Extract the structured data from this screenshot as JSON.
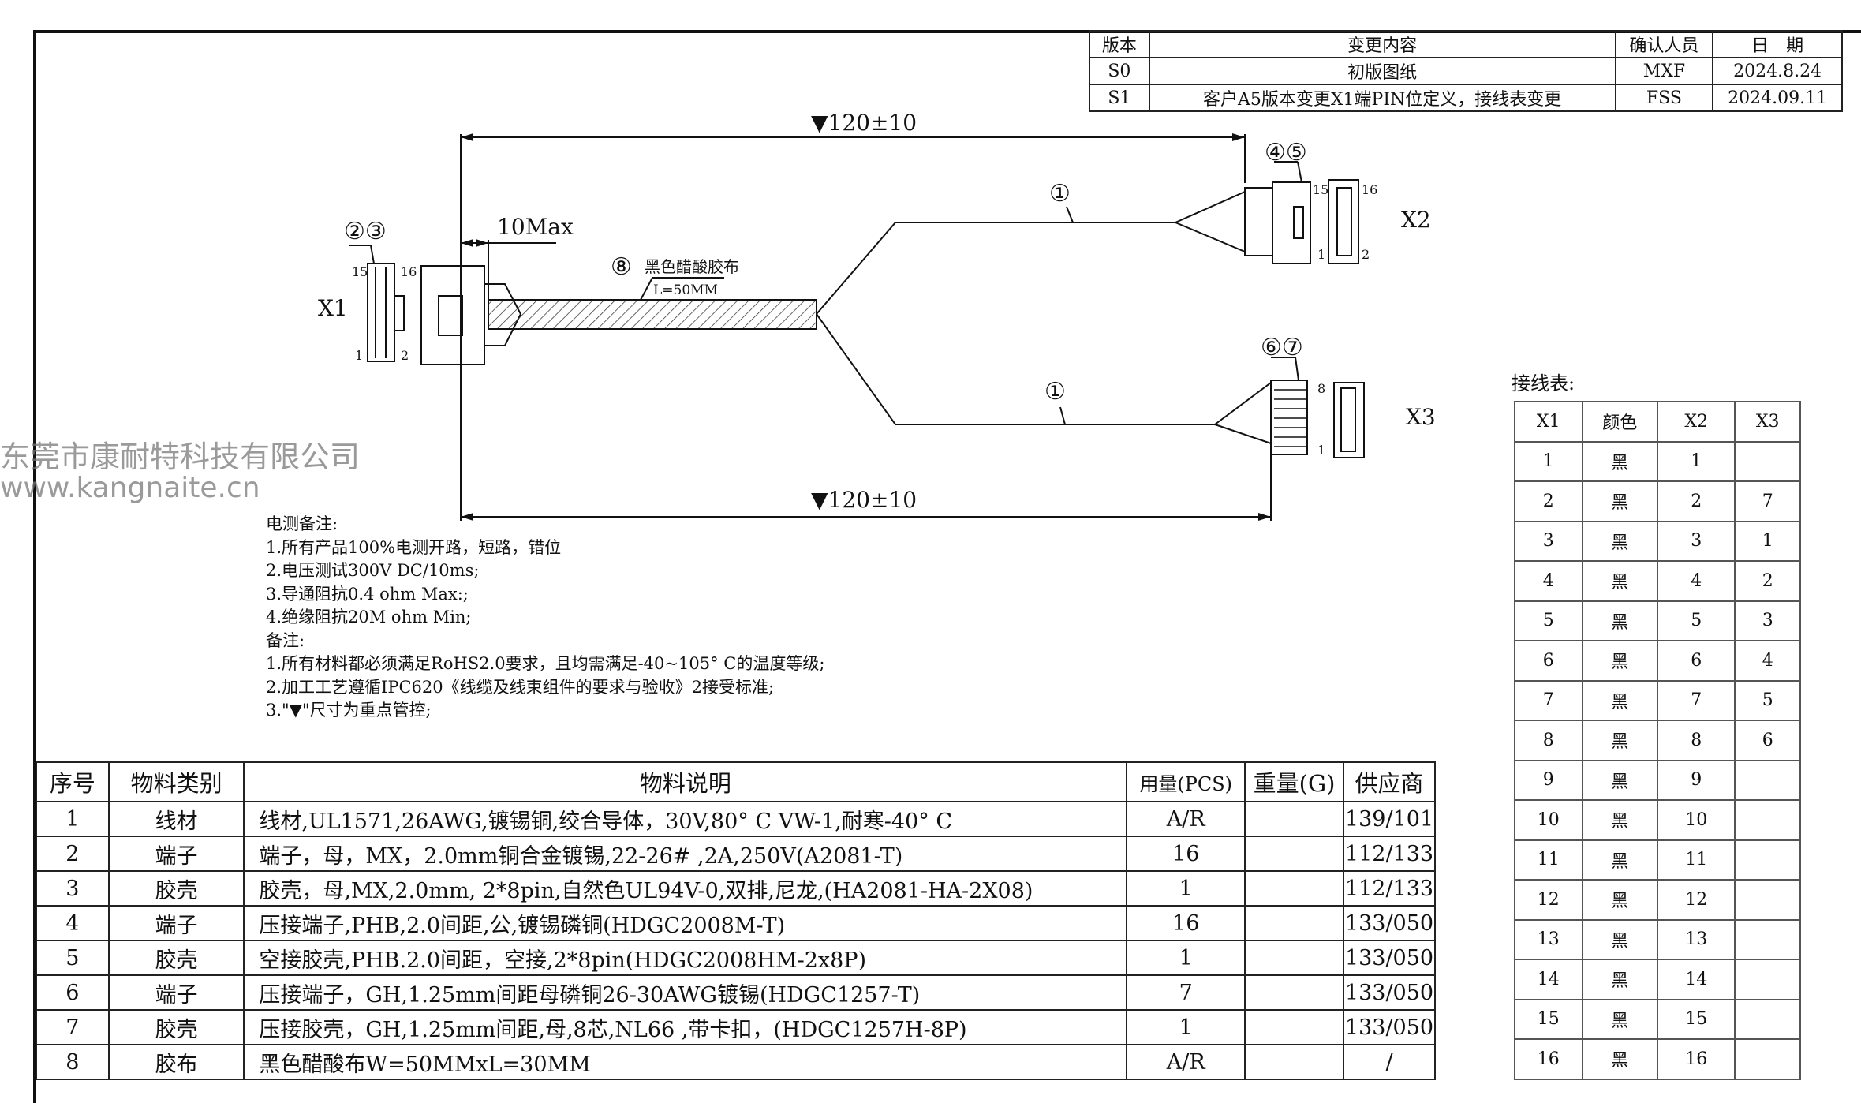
{
  "revision_table": {
    "headers": [
      "版本",
      "变更内容",
      "确认人员",
      "日　期"
    ],
    "rows": [
      [
        "S0",
        "初版图纸",
        "MXF",
        "2024.8.24"
      ],
      [
        "S1",
        "客户A5版本变更X1端PIN位定义，接线表变更",
        "FSS",
        "2024.09.11"
      ]
    ]
  },
  "drawing": {
    "dim_top": "▼120±10",
    "dim_bottom": "▼120±10",
    "dim_10max": "10Max",
    "x1_label": "X1",
    "x2_label": "X2",
    "x3_label": "X3",
    "balloon_x1": "②③",
    "balloon_x2": "④⑤",
    "balloon_x3": "⑥⑦",
    "balloon_wire_top": "①",
    "balloon_wire_bottom": "①",
    "balloon_tape": "⑧",
    "tape_label": "黑色醋酸胶布",
    "tape_length": "L=50MM",
    "x1_pins": [
      "15",
      "16",
      "1",
      "2"
    ],
    "x2_pins": [
      "15",
      "16",
      "1",
      "2"
    ],
    "x3_pins": [
      "8",
      "1"
    ]
  },
  "notes": [
    "电测备注:",
    "1.所有产品100%电测开路，短路，错位",
    "2.电压测试300V DC/10ms;",
    "3.导通阻抗0.4 ohm Max:;",
    "4.绝缘阻抗20M ohm Min;",
    "备注:",
    "1.所有材料都必须满足RoHS2.0要求，且均需满足-40~105° C的温度等级;",
    "2.加工工艺遵循IPC620《线缆及线束组件的要求与验收》2接受标准;",
    "3.\"▼\"尺寸为重点管控;"
  ],
  "watermark": {
    "company": "东莞市康耐特科技有限公司",
    "url": "www.kangnaite.cn"
  },
  "bom": {
    "headers": [
      "序号",
      "物料类别",
      "物料说明",
      "用量(PCS)",
      "重量(G)",
      "供应商"
    ],
    "rows": [
      [
        "1",
        "线材",
        "线材,UL1571,26AWG,镀锡铜,绞合导体，30V,80° C VW-1,耐寒-40° C",
        "A/R",
        "",
        "139/101"
      ],
      [
        "2",
        "端子",
        "端子，母，MX，2.0mm铜合金镀锡,22-26# ,2A,250V(A2081-T)",
        "16",
        "",
        "112/133"
      ],
      [
        "3",
        "胶壳",
        "胶壳，母,MX,2.0mm, 2*8pin,自然色UL94V-0,双排,尼龙,(HA2081-HA-2X08)",
        "1",
        "",
        "112/133"
      ],
      [
        "4",
        "端子",
        "压接端子,PHB,2.0间距,公,镀锡磷铜(HDGC2008M-T)",
        "16",
        "",
        "133/050"
      ],
      [
        "5",
        "胶壳",
        "空接胶壳,PHB.2.0间距，空接,2*8pin(HDGC2008HM-2x8P)",
        "1",
        "",
        "133/050"
      ],
      [
        "6",
        "端子",
        "压接端子，GH,1.25mm间距母磷铜26-30AWG镀锡(HDGC1257-T)",
        "7",
        "",
        "133/050"
      ],
      [
        "7",
        "胶壳",
        "压接胶壳，GH,1.25mm间距,母,8芯,NL66 ,带卡扣，(HDGC1257H-8P)",
        "1",
        "",
        "133/050"
      ],
      [
        "8",
        "胶布",
        "黑色醋酸布W=50MMxL=30MM",
        "A/R",
        "",
        "/"
      ]
    ]
  },
  "wiring": {
    "title": "接线表:",
    "headers": [
      "X1",
      "颜色",
      "X2",
      "X3"
    ],
    "rows": [
      [
        "1",
        "黑",
        "1",
        ""
      ],
      [
        "2",
        "黑",
        "2",
        "7"
      ],
      [
        "3",
        "黑",
        "3",
        "1"
      ],
      [
        "4",
        "黑",
        "4",
        "2"
      ],
      [
        "5",
        "黑",
        "5",
        "3"
      ],
      [
        "6",
        "黑",
        "6",
        "4"
      ],
      [
        "7",
        "黑",
        "7",
        "5"
      ],
      [
        "8",
        "黑",
        "8",
        "6"
      ],
      [
        "9",
        "黑",
        "9",
        ""
      ],
      [
        "10",
        "黑",
        "10",
        ""
      ],
      [
        "11",
        "黑",
        "11",
        ""
      ],
      [
        "12",
        "黑",
        "12",
        ""
      ],
      [
        "13",
        "黑",
        "13",
        ""
      ],
      [
        "14",
        "黑",
        "14",
        ""
      ],
      [
        "15",
        "黑",
        "15",
        ""
      ],
      [
        "16",
        "黑",
        "16",
        ""
      ]
    ]
  }
}
